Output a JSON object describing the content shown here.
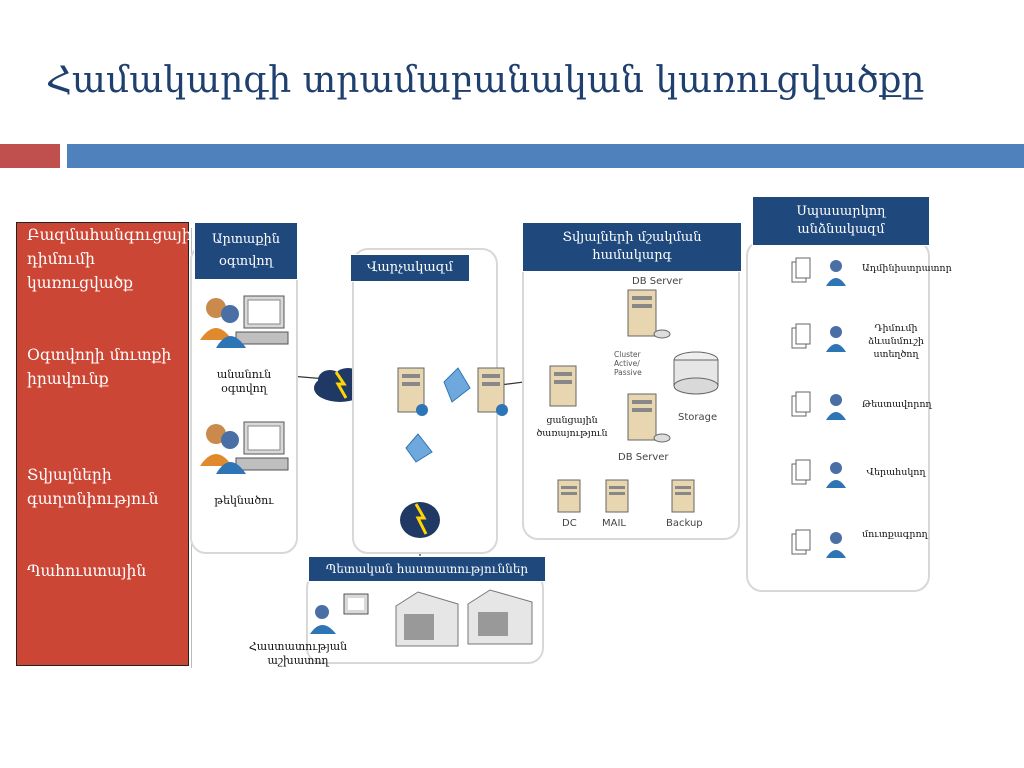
{
  "title": "Համակարգի տրամաբանական կառուցվածքը",
  "left_panel": {
    "items": [
      "Բազմահանգուցային դիմումի կառուցվածք",
      "Օգտվողի մուտքի իրավունք",
      "Տվյալների գաղտնիություն",
      "Պահուստային"
    ]
  },
  "external_users": {
    "header": "Արտաքին օգտվող",
    "anonymous_user": "անանուն օգտվող",
    "candidate": "թեկնածու"
  },
  "web_server": {
    "header": "Վարչակազմ"
  },
  "data_processing": {
    "header": "Տվյալների մշակման համակարգ",
    "db_server_top": "DB Server",
    "cluster": "Cluster Active/ Passive",
    "storage": "Storage",
    "db_server_bottom": "DB Server",
    "network_services": "ցանցային ծառայություն",
    "dc": "DC",
    "mail": "MAIL",
    "backup": "Backup"
  },
  "service_staff": {
    "header": "Սպասարկող անձնակազմ",
    "roles": [
      "Ադմինիստրատոր",
      "Դիմումի ձևանմուշի ստեղծող",
      "Թեստավորող",
      "Վերահսկող",
      "մուտքագրող"
    ]
  },
  "government": {
    "header": "Պետական հաստատություններ",
    "employee": "Հաստատության աշխատող"
  },
  "colors": {
    "title": "#1f3f6e",
    "accent_red": "#c0504d",
    "accent_blue": "#4f81bd",
    "header_navy": "#1f497d",
    "left_panel": "#cc4636"
  }
}
